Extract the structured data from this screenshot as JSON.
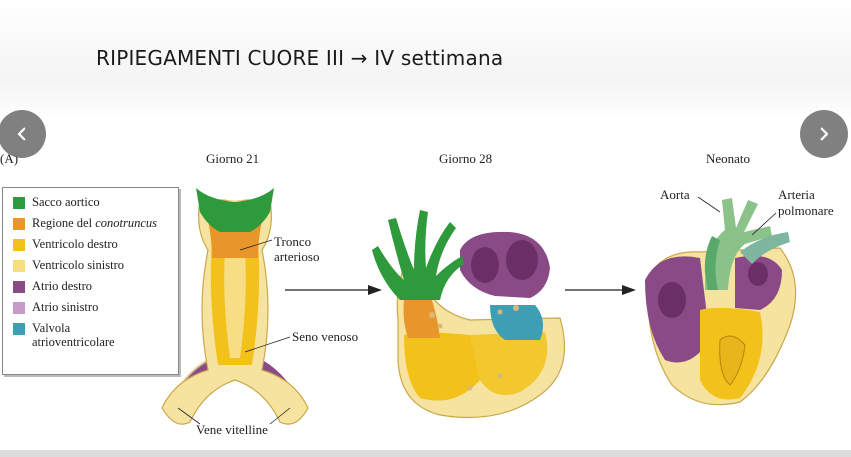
{
  "slide": {
    "title": "RIPIEGAMENTI CUORE III → IV settimana"
  },
  "figure": {
    "panel_label": "(A)",
    "stage_labels": [
      "Giorno 21",
      "Giorno 28",
      "Neonato"
    ],
    "annotations": {
      "tronco_line1": "Tronco",
      "tronco_line2": "arterioso",
      "seno_venoso": "Seno venoso",
      "vene_vitelline": "Vene vitelline",
      "aorta": "Aorta",
      "arteria_line1": "Arteria",
      "arteria_line2": "polmonare"
    },
    "legend": [
      {
        "label": "Sacco aortico",
        "color": "#2e9a3c"
      },
      {
        "label": "Regione del conotruncus",
        "color": "#e8962a"
      },
      {
        "label": "Ventricolo destro",
        "color": "#f2c21a"
      },
      {
        "label": "Ventricolo sinistro",
        "color": "#f7dd84"
      },
      {
        "label": "Atrio destro",
        "color": "#8a4a86"
      },
      {
        "label": "Atrio sinistro",
        "color": "#c79bc8"
      },
      {
        "label": "Valvola atrioventricolare",
        "color": "#3e9fb4"
      }
    ]
  },
  "navigation": {
    "prev_icon": "chevron-left-icon",
    "next_icon": "chevron-right-icon"
  }
}
